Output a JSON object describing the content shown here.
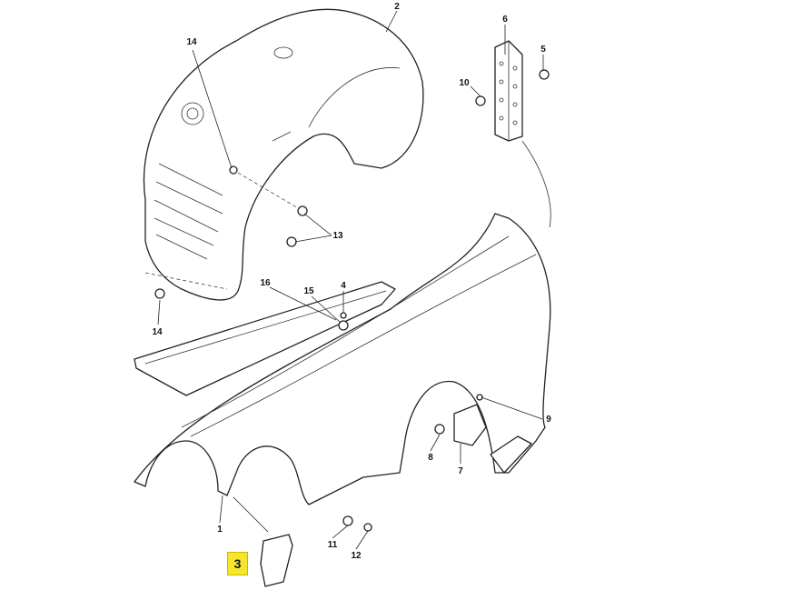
{
  "diagram": {
    "callouts": [
      {
        "id": "1",
        "text": "1"
      },
      {
        "id": "2",
        "text": "2"
      },
      {
        "id": "4",
        "text": "4"
      },
      {
        "id": "5",
        "text": "5"
      },
      {
        "id": "6",
        "text": "6"
      },
      {
        "id": "7",
        "text": "7"
      },
      {
        "id": "8",
        "text": "8"
      },
      {
        "id": "9",
        "text": "9"
      },
      {
        "id": "10",
        "text": "10"
      },
      {
        "id": "11",
        "text": "11"
      },
      {
        "id": "12",
        "text": "12"
      },
      {
        "id": "13",
        "text": "13"
      },
      {
        "id": "14a",
        "text": "14"
      },
      {
        "id": "14b",
        "text": "14"
      },
      {
        "id": "15",
        "text": "15"
      },
      {
        "id": "16",
        "text": "16"
      }
    ],
    "highlighted": {
      "text": "3",
      "color": "#f5e62b"
    }
  }
}
